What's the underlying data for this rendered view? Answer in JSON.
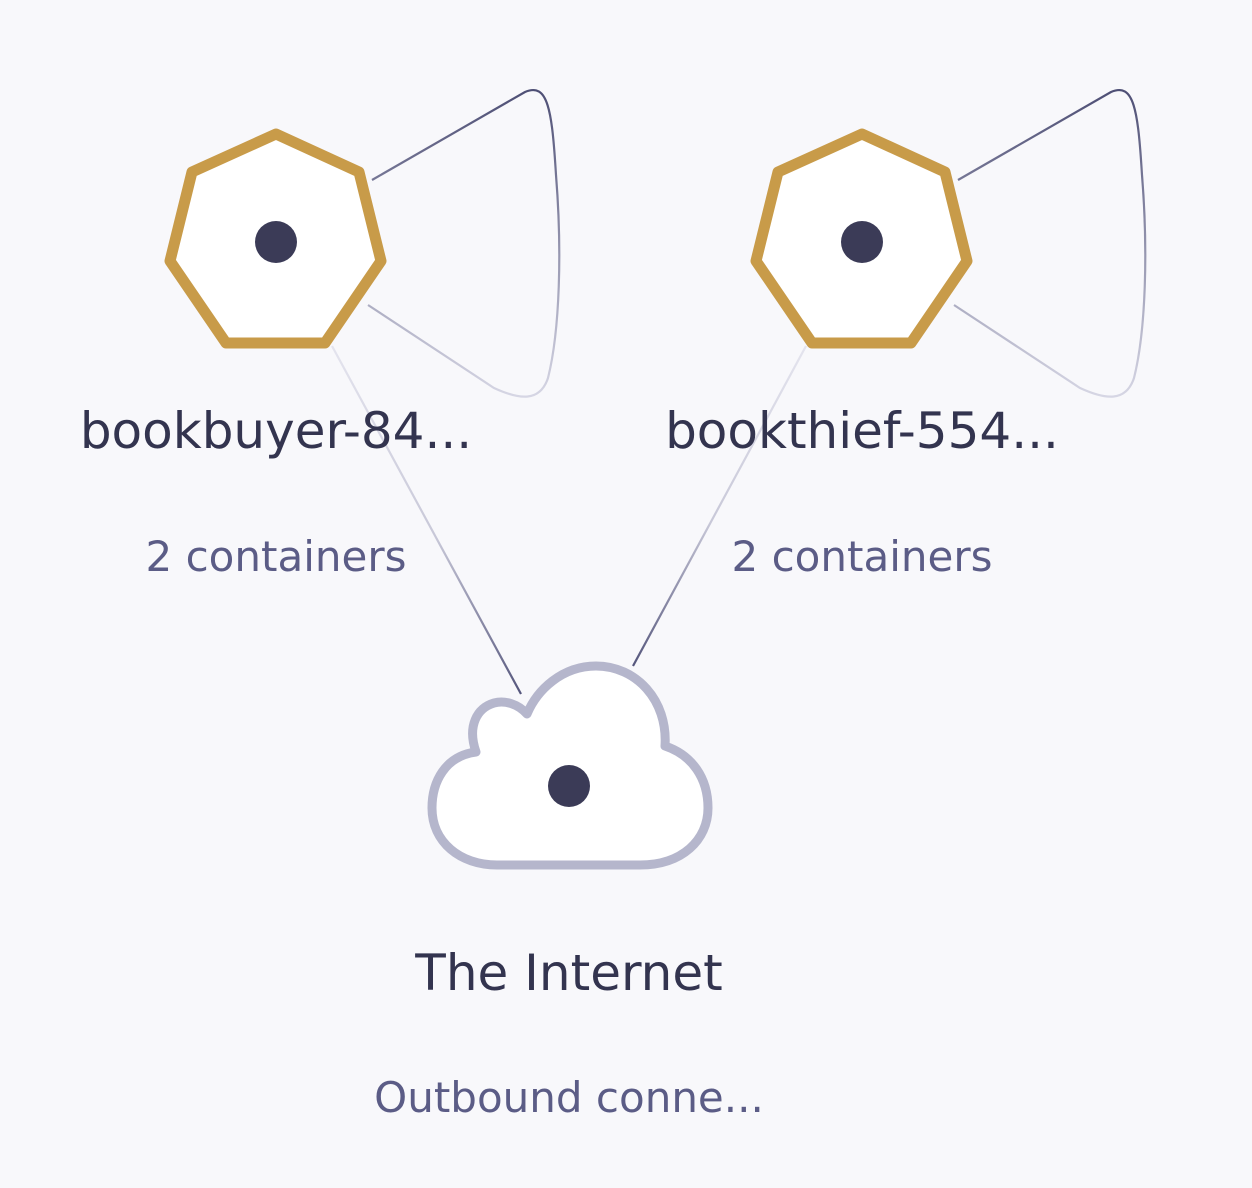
{
  "nodes": {
    "bookbuyer": {
      "label": "bookbuyer-84...",
      "sublabel": "2 containers",
      "shape": "heptagon",
      "stroke_color": "#c89b49"
    },
    "bookthief": {
      "label": "bookthief-554...",
      "sublabel": "2 containers",
      "shape": "heptagon",
      "stroke_color": "#c89b49"
    },
    "internet": {
      "label": "The Internet",
      "sublabel": "Outbound conne...",
      "shape": "cloud",
      "stroke_color": "#b5b6cc"
    }
  },
  "colors": {
    "background": "#f8f8fb",
    "center_dot": "#3b3b57",
    "edge": "#5b5c86",
    "label": "#33344f",
    "sublabel": "#5b5c86"
  },
  "edges": [
    {
      "from": "bookbuyer",
      "to": "bookbuyer",
      "kind": "self-loop"
    },
    {
      "from": "bookthief",
      "to": "bookthief",
      "kind": "self-loop"
    },
    {
      "from": "bookbuyer",
      "to": "internet",
      "kind": "link"
    },
    {
      "from": "bookthief",
      "to": "internet",
      "kind": "link"
    }
  ]
}
